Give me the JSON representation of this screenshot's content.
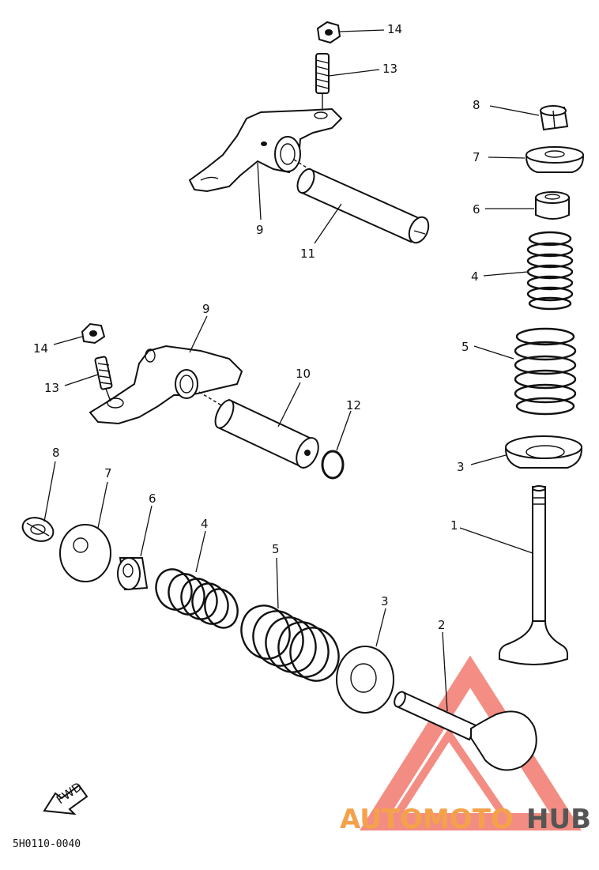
{
  "callouts": {
    "n1": "1",
    "n2": "2",
    "n3": "3",
    "n4": "4",
    "n5": "5",
    "n6": "6",
    "n7": "7",
    "n8": "8",
    "n9": "9",
    "n10": "10",
    "n11": "11",
    "n12": "12",
    "n13": "13",
    "n14": "14"
  },
  "direction_marker": "FWD",
  "diagram_code": "5H0110-0040",
  "watermark": {
    "brand_part1": "AUTOMOTO",
    "brand_part2": "HUB",
    "triangle_color": "#f27a6e",
    "auto_color": "#f4a24a",
    "hub_color": "#555555"
  }
}
